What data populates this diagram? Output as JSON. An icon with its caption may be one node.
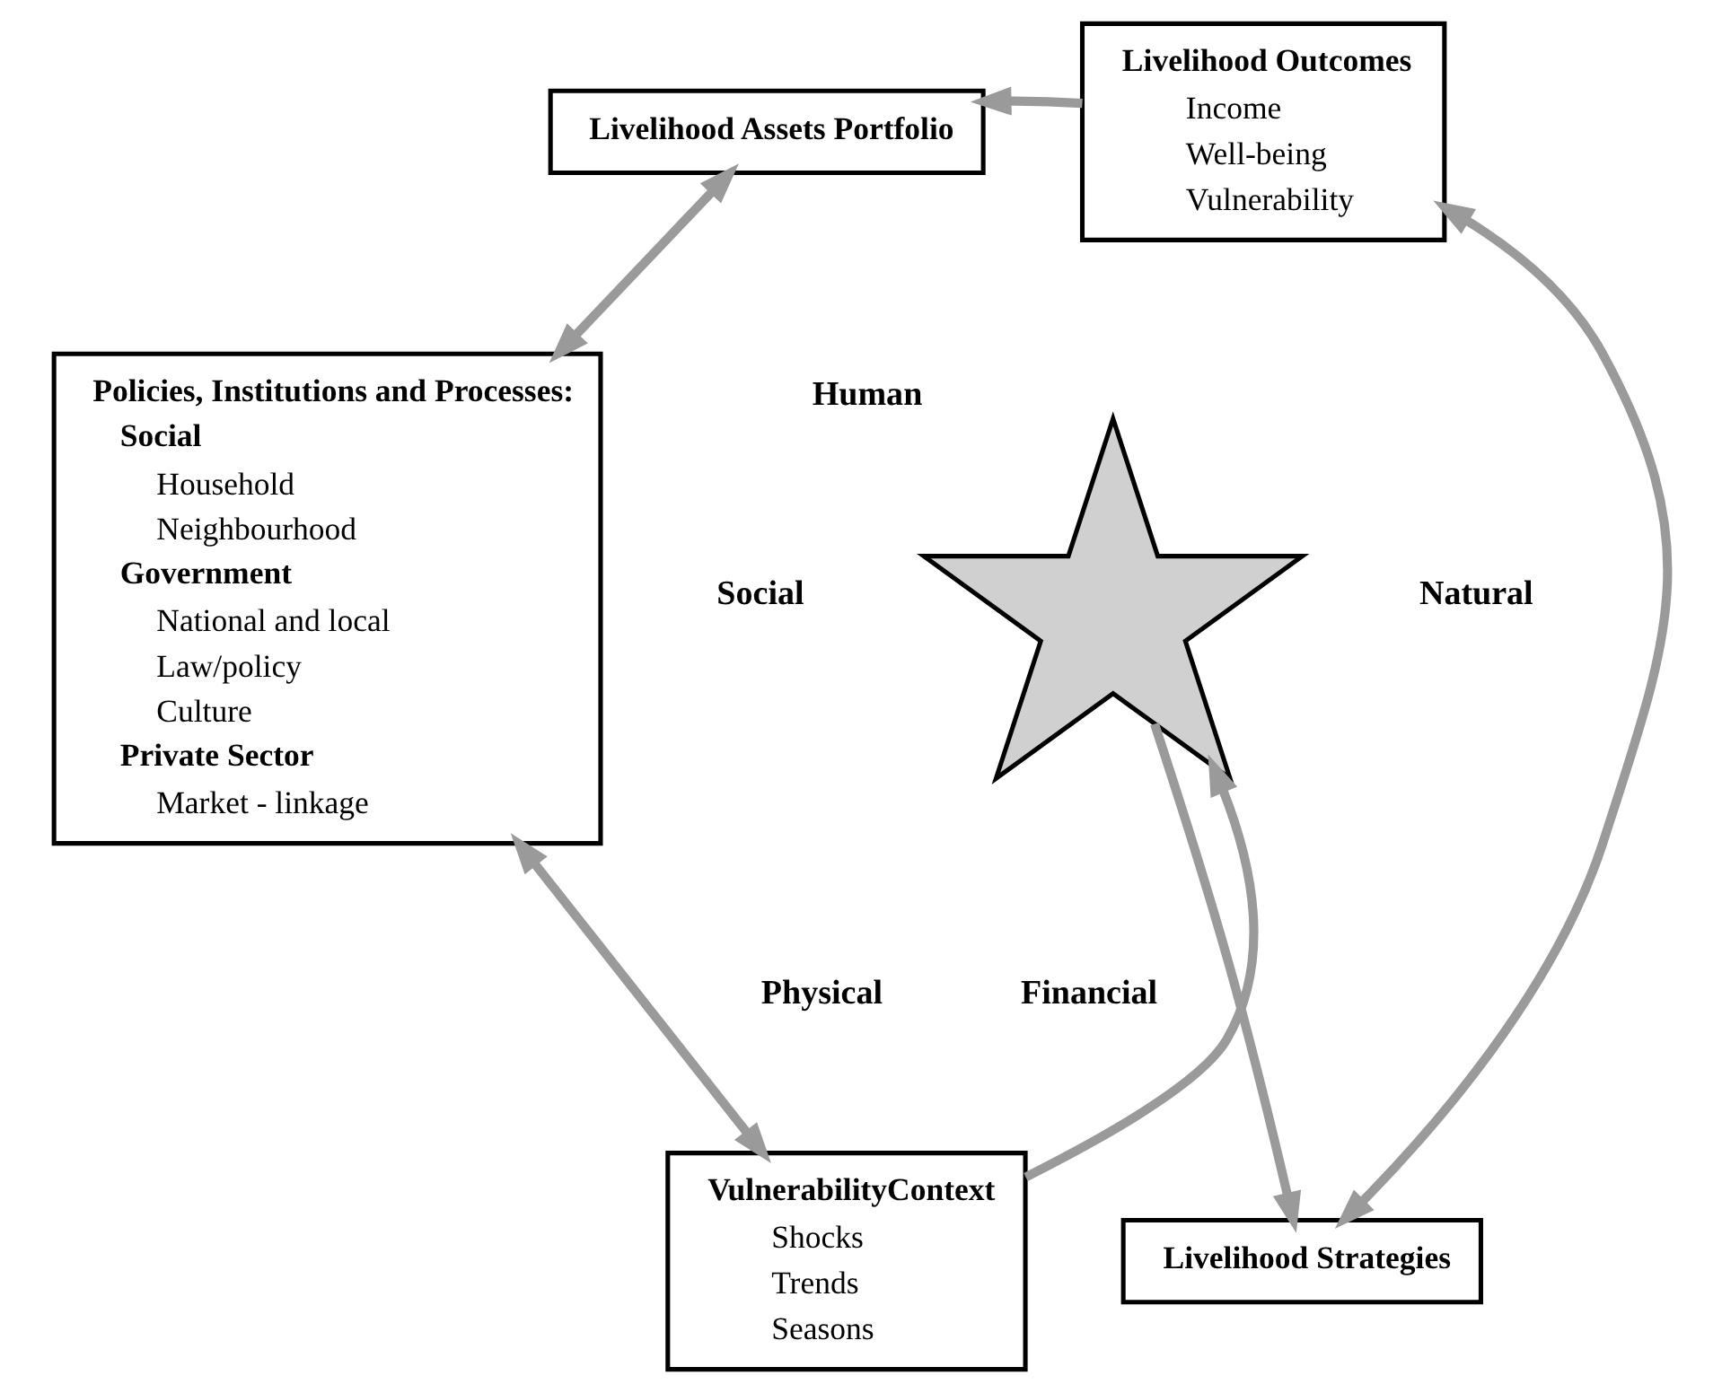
{
  "diagram": {
    "nodes": [
      {
        "text": [
          "Livelihood Assets Portfolio"
        ]
      },
      {
        "text": [
          "Livelihood Outcomes",
          "Income",
          "Well-being",
          "Vulnerability"
        ]
      },
      {
        "text": [],
        "shape": "star",
        "beside": [
          "Human",
          "Natural",
          "Financial",
          "Physical",
          "Social"
        ]
      },
      {
        "text": [
          "Policies, Institutions and Processes:",
          "Social",
          "Household",
          "Neighbourhood",
          "Government",
          "National and local",
          "Law/policy",
          "Culture",
          "Private Sector",
          "Market - linkage"
        ]
      },
      {
        "text": [
          "VulnerabilityContext",
          "Shocks",
          "Trends",
          "Seasons"
        ]
      },
      {
        "text": [
          "Livelihood Strategies"
        ]
      }
    ],
    "edges": [
      {
        "from": 1,
        "to": 0,
        "arrow": "to"
      },
      {
        "from": 0,
        "to": 3,
        "arrow": "both"
      },
      {
        "from": 1,
        "to": 5,
        "arrow": "both"
      },
      {
        "from": 3,
        "to": 4,
        "arrow": "both"
      },
      {
        "from": 4,
        "to": 2,
        "arrow": "to"
      },
      {
        "from": 2,
        "to": 5,
        "arrow": "to"
      }
    ]
  }
}
